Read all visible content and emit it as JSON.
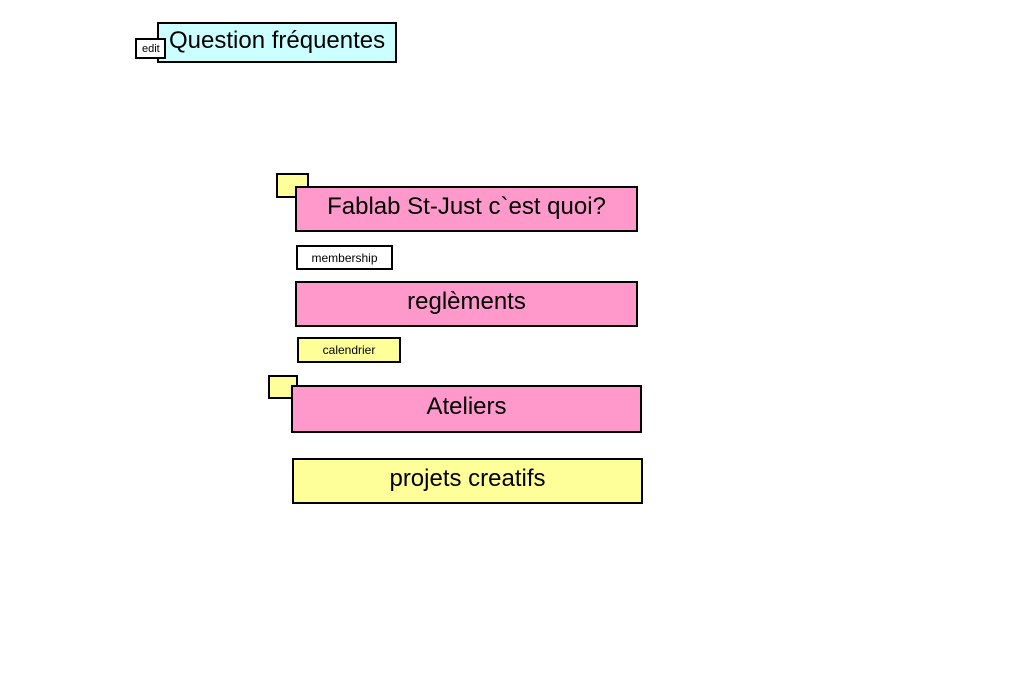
{
  "header": {
    "title": "Question fréquentes",
    "edit_label": "edit"
  },
  "cards": {
    "fablab": "Fablab St-Just c`est quoi?",
    "membership": "membership",
    "reglements": "reglèments",
    "calendrier": "calendrier",
    "ateliers": "Ateliers",
    "projets": "projets creatifs"
  },
  "colors": {
    "title_bg": "#ccffff",
    "pink_card": "#ff99cc",
    "yellow_card": "#ffff99",
    "white_card": "#ffffff",
    "border": "#000000"
  }
}
